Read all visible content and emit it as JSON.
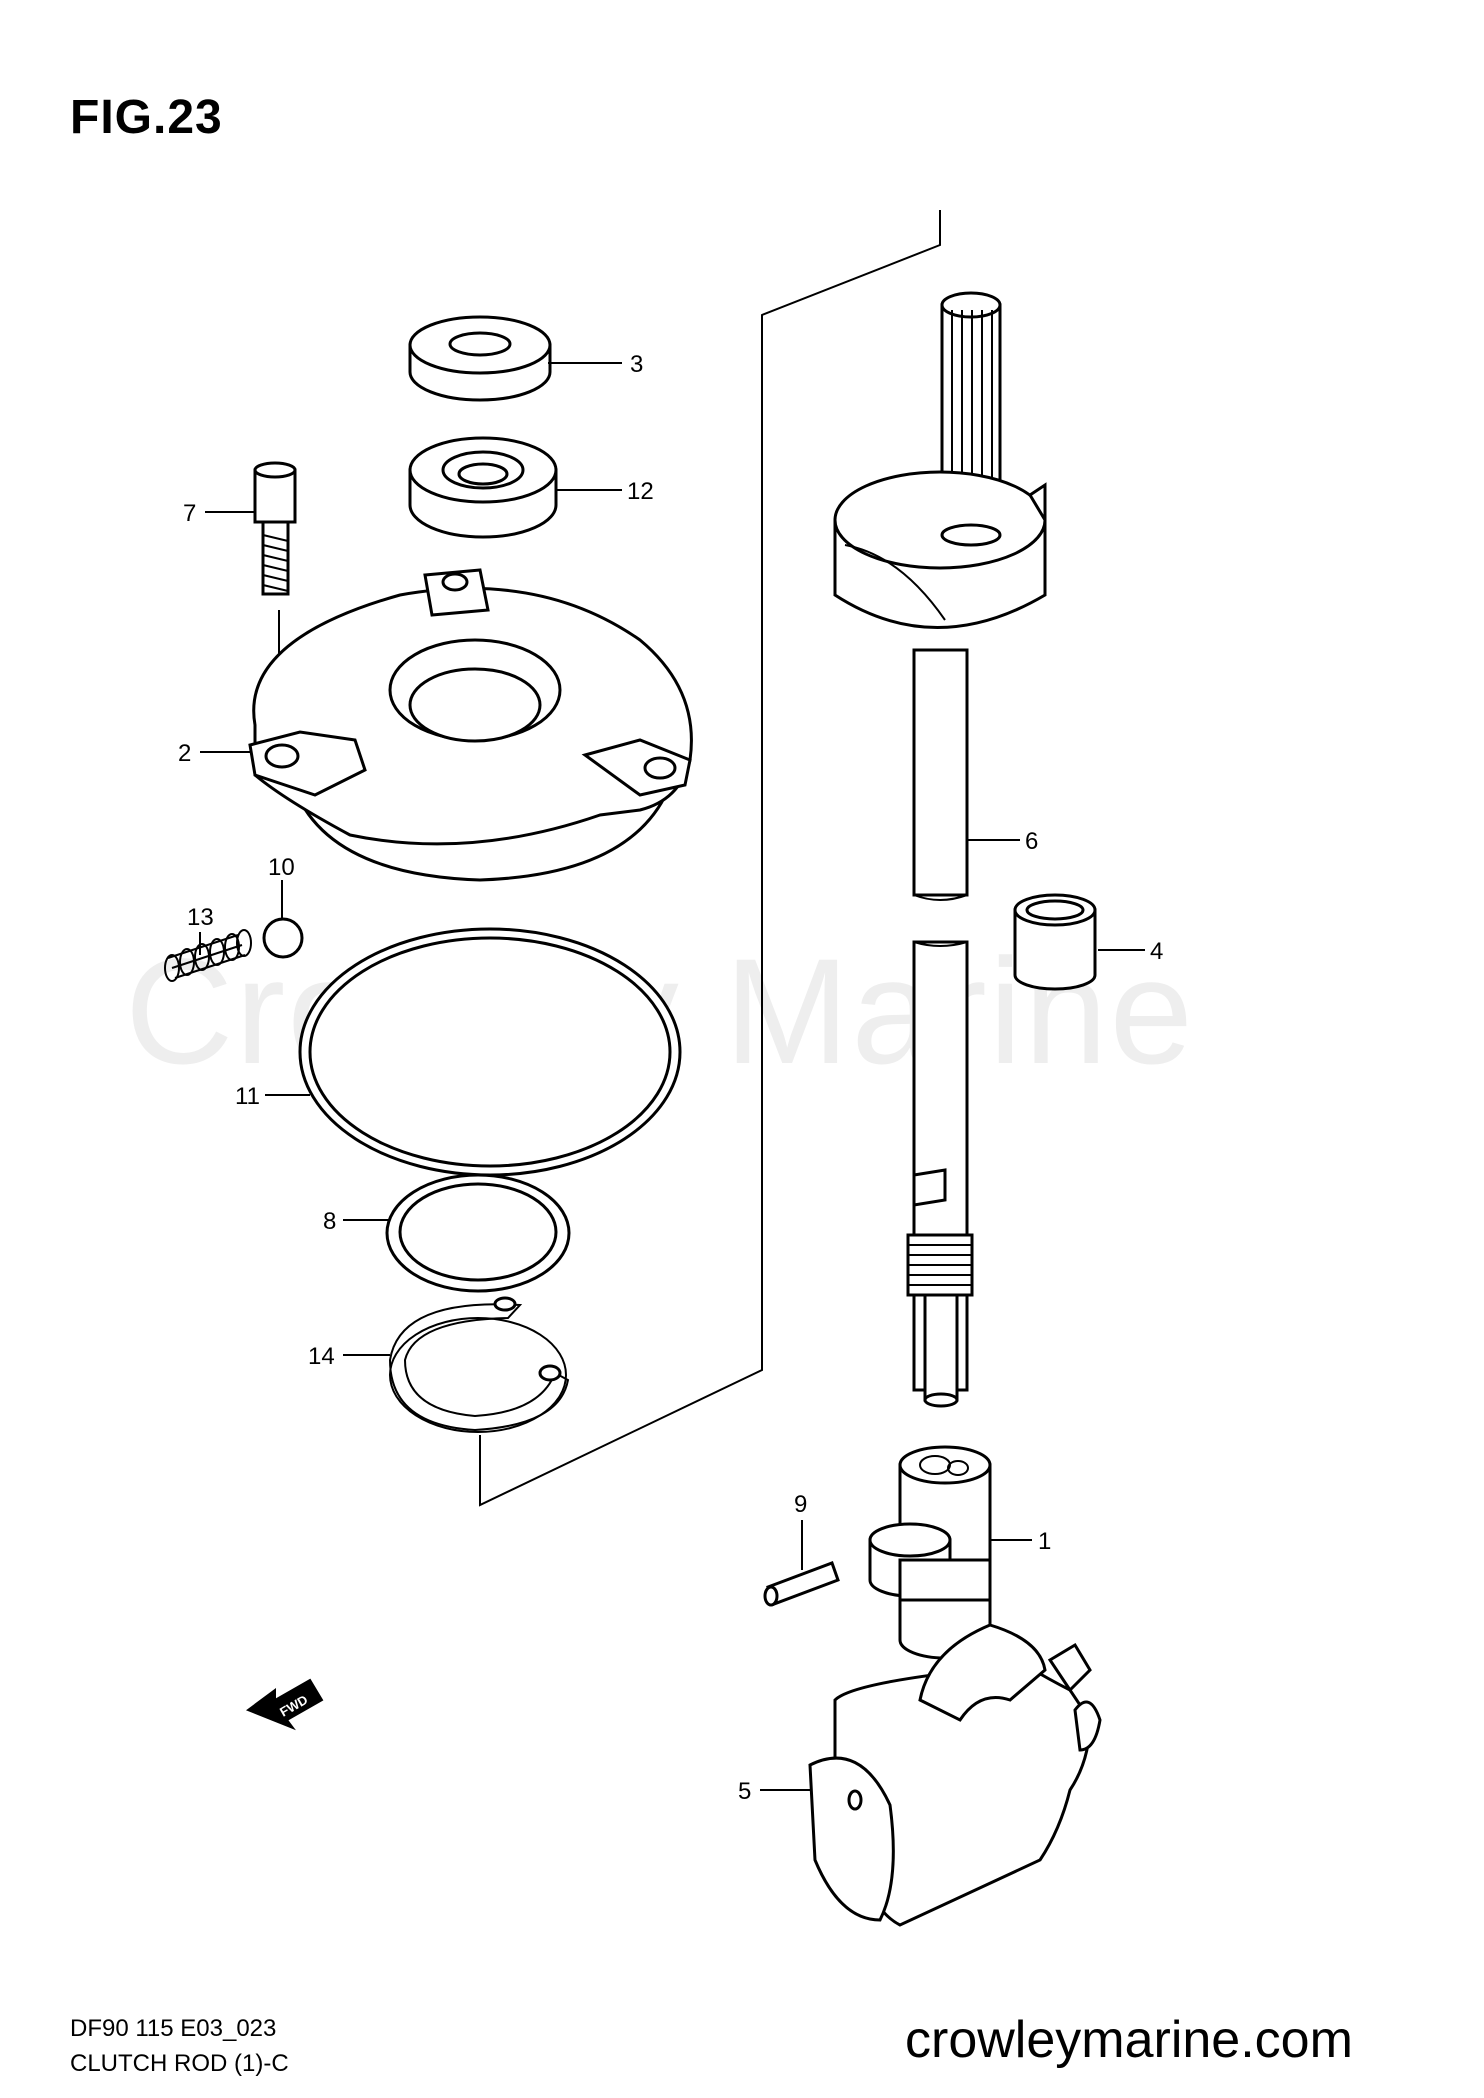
{
  "figure_title": "FIG.23",
  "watermark": "Crowley Marine",
  "footer": {
    "code": "DF90 115 E03_023",
    "name": "CLUTCH ROD (1)-C",
    "site": "crowleymarine.com"
  },
  "fwd_label": "FWD",
  "callouts": {
    "c1": "1",
    "c2": "2",
    "c3": "3",
    "c4": "4",
    "c5": "5",
    "c6": "6",
    "c7": "7",
    "c8": "8",
    "c9": "9",
    "c10": "10",
    "c11": "11",
    "c12": "12",
    "c13": "13",
    "c14": "14"
  }
}
